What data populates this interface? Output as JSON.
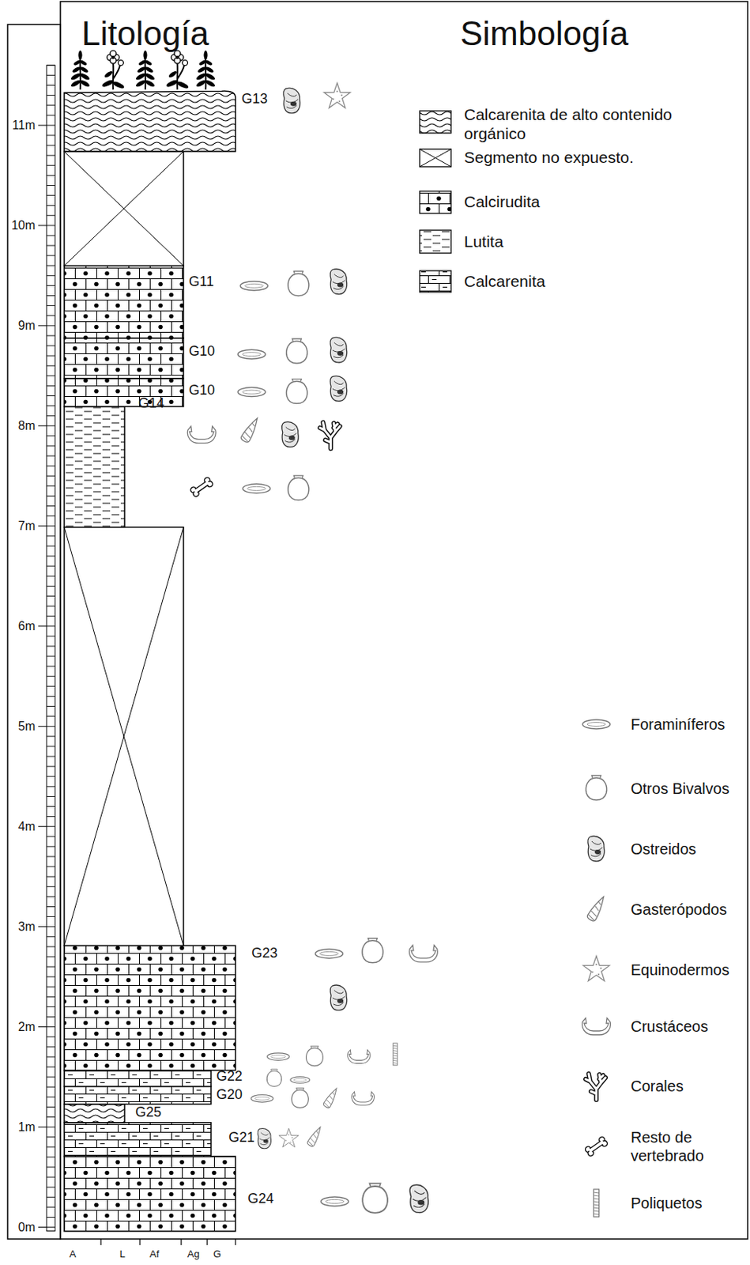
{
  "diagram": {
    "labels": [
      "Litología",
      "Simbología",
      "11m",
      "10m",
      "9m",
      "8m",
      "7m",
      "6m",
      "5m",
      "4m",
      "3m",
      "2m",
      "1m",
      "0m",
      "G13",
      "G11",
      "G10",
      "G10",
      "G14",
      "G23",
      "G22",
      "G20",
      "G25",
      "G21",
      "G24",
      "A",
      "L",
      "Af",
      "Ag",
      "G"
    ],
    "legend": [
      {
        "text": "Calcarenita de alto contenido orgánico"
      },
      {
        "text": "Segmento no expuesto."
      },
      {
        "text": "Calcirudita"
      },
      {
        "text": "Lutita"
      },
      {
        "text": "Calcarenita"
      },
      {
        "text": "Foraminíferos"
      },
      {
        "text": "Otros Bivalvos"
      },
      {
        "text": "Ostreidos"
      },
      {
        "text": "Gasterópodos"
      },
      {
        "text": "Equinodermos"
      },
      {
        "text": "Crustáceos"
      },
      {
        "text": "Corales"
      },
      {
        "text": "Resto de vertebrado"
      },
      {
        "text": "Poliquetos"
      }
    ]
  }
}
